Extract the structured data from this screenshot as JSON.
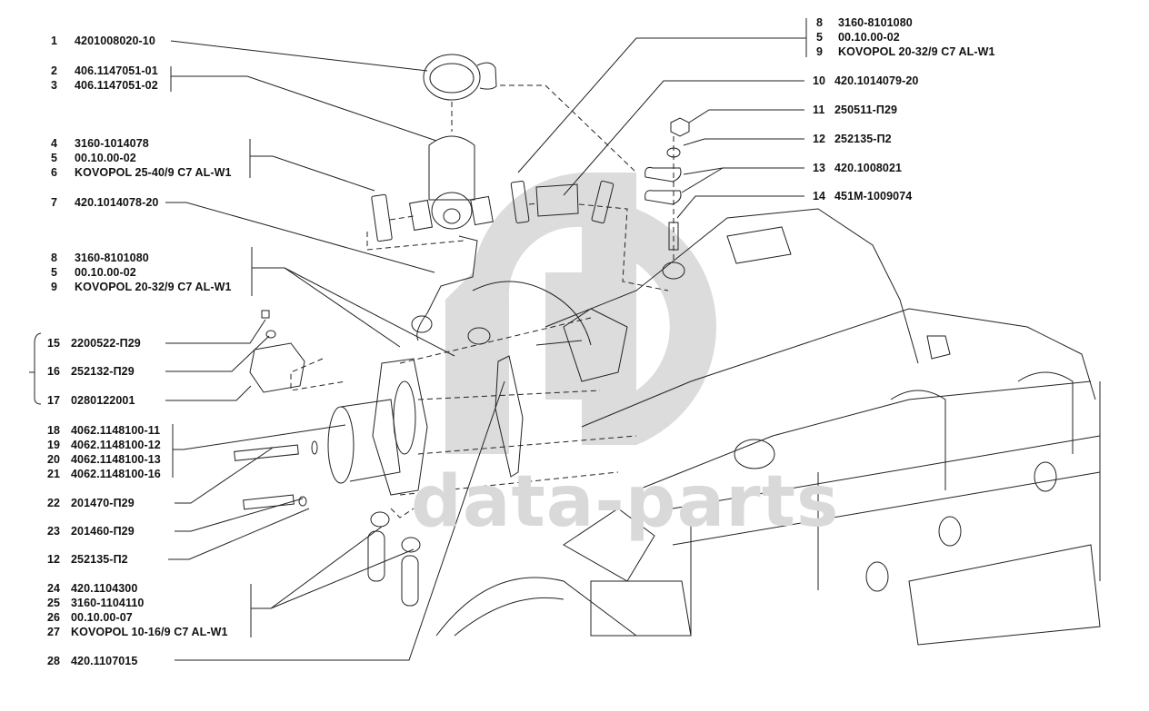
{
  "watermark": {
    "logo": "db-logo",
    "text": "data-parts",
    "color": "#d9d9d9"
  },
  "left_callouts": [
    {
      "group": "g1",
      "items": [
        {
          "num": "1",
          "part": "4201008020-10"
        }
      ]
    },
    {
      "group": "g2",
      "items": [
        {
          "num": "2",
          "part": "406.1147051-01"
        },
        {
          "num": "3",
          "part": "406.1147051-02"
        }
      ]
    },
    {
      "group": "g3",
      "items": [
        {
          "num": "4",
          "part": "3160-1014078"
        },
        {
          "num": "5",
          "part": "00.10.00-02"
        },
        {
          "num": "6",
          "part": "KOVOPOL 25-40/9 C7 AL-W1"
        }
      ]
    },
    {
      "group": "g4",
      "items": [
        {
          "num": "7",
          "part": "420.1014078-20"
        }
      ]
    },
    {
      "group": "g5",
      "items": [
        {
          "num": "8",
          "part": "3160-8101080"
        },
        {
          "num": "5",
          "part": "00.10.00-02"
        },
        {
          "num": "9",
          "part": "KOVOPOL 20-32/9 C7 AL-W1"
        }
      ]
    },
    {
      "group": "g6",
      "items": [
        {
          "num": "15",
          "part": "2200522-П29"
        }
      ]
    },
    {
      "group": "g7",
      "items": [
        {
          "num": "16",
          "part": "252132-П29"
        }
      ]
    },
    {
      "group": "g8",
      "items": [
        {
          "num": "17",
          "part": "0280122001"
        }
      ]
    },
    {
      "group": "g9",
      "items": [
        {
          "num": "18",
          "part": "4062.1148100-11"
        },
        {
          "num": "19",
          "part": "4062.1148100-12"
        },
        {
          "num": "20",
          "part": "4062.1148100-13"
        },
        {
          "num": "21",
          "part": "4062.1148100-16"
        }
      ]
    },
    {
      "group": "g10",
      "items": [
        {
          "num": "22",
          "part": "201470-П29"
        }
      ]
    },
    {
      "group": "g11",
      "items": [
        {
          "num": "23",
          "part": "201460-П29"
        }
      ]
    },
    {
      "group": "g12",
      "items": [
        {
          "num": "12",
          "part": "252135-П2"
        }
      ]
    },
    {
      "group": "g13",
      "items": [
        {
          "num": "24",
          "part": "420.1104300"
        },
        {
          "num": "25",
          "part": "3160-1104110"
        },
        {
          "num": "26",
          "part": "00.10.00-07"
        },
        {
          "num": "27",
          "part": "KOVOPOL 10-16/9 C7 AL-W1"
        }
      ]
    },
    {
      "group": "g14",
      "items": [
        {
          "num": "28",
          "part": "420.1107015"
        }
      ]
    }
  ],
  "right_callouts": [
    {
      "group": "r1",
      "items": [
        {
          "num": "8",
          "part": "3160-8101080"
        },
        {
          "num": "5",
          "part": "00.10.00-02"
        },
        {
          "num": "9",
          "part": "KOVOPOL 20-32/9 C7 AL-W1"
        }
      ]
    },
    {
      "group": "r2",
      "items": [
        {
          "num": "10",
          "part": "420.1014079-20"
        }
      ]
    },
    {
      "group": "r3",
      "items": [
        {
          "num": "11",
          "part": "250511-П29"
        }
      ]
    },
    {
      "group": "r4",
      "items": [
        {
          "num": "12",
          "part": "252135-П2"
        }
      ]
    },
    {
      "group": "r5",
      "items": [
        {
          "num": "13",
          "part": "420.1008021"
        }
      ]
    },
    {
      "group": "r6",
      "items": [
        {
          "num": "14",
          "part": "451M-1009074"
        }
      ]
    }
  ]
}
